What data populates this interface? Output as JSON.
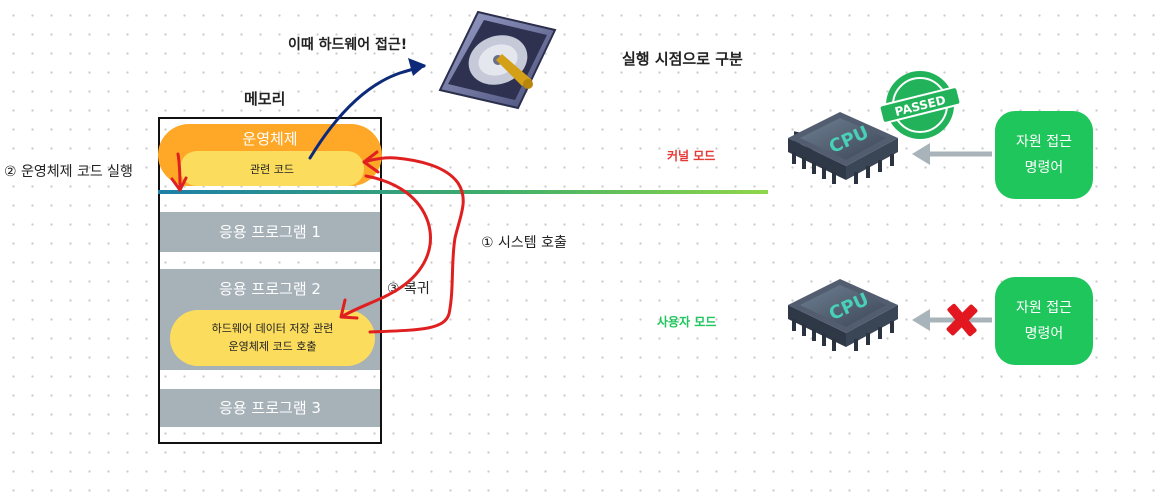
{
  "labels": {
    "hw_access": "이때 하드웨어 접근!",
    "exec_time": "실행 시점으로 구분",
    "memory": "메모리",
    "os_exec": "② 운영체제 코드 실행",
    "syscall": "① 시스템 호출",
    "return": "③ 복귀",
    "kernel_mode": "커널 모드",
    "user_mode": "사용자 모드"
  },
  "memory": {
    "os": "운영체제",
    "os_code": "관련 코드",
    "apps": [
      "응용 프로그램 1",
      "응용 프로그램 2",
      "응용 프로그램 3"
    ],
    "hw_call": [
      "하드웨어 데이터 저장 관련",
      "운영체제 코드 호출"
    ]
  },
  "instructions": {
    "kernel": [
      "자원 접근",
      "명령어"
    ],
    "user": [
      "자원 접근",
      "명령어"
    ]
  },
  "icons": {
    "cpu_text": "CPU",
    "passed": "PASSED"
  },
  "colors": {
    "os": "#ffa726",
    "code": "#fbdc5c",
    "app": "#a6b1b8",
    "instruction": "#1ec65c",
    "kernel_label": "#e53935",
    "user_label": "#1ec65c",
    "flow_arrow": "#e02020",
    "hw_arrow": "#0d2a7a"
  }
}
